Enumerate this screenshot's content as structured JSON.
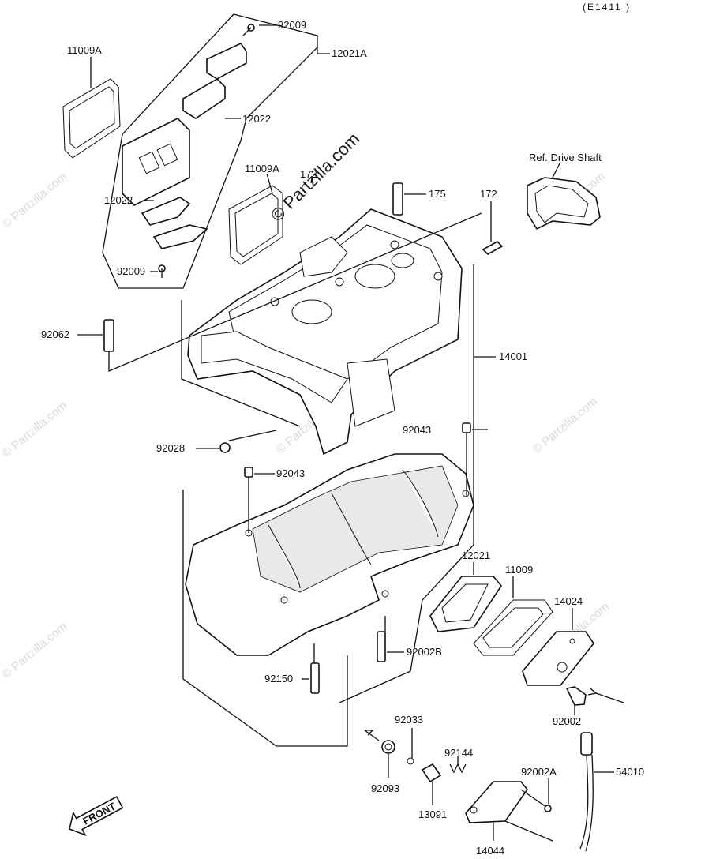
{
  "diagram_code": "(E1411 )",
  "watermarks": {
    "main": "© Partzilla.com",
    "repeat": "© Partzilla.com"
  },
  "reference_label": "Ref. Drive Shaft",
  "front_label": "FRONT",
  "labels": {
    "p92009_top": "92009",
    "p12021A": "12021A",
    "p11009A_top": "11009A",
    "p12022_top": "12022",
    "p11009A_mid": "11009A",
    "p172_top": "172",
    "p175": "175",
    "p172_right": "172",
    "p12022_bottom": "12022",
    "p92009_bottom": "92009",
    "p92062": "92062",
    "p14001": "14001",
    "p92043_right": "92043",
    "p92028": "92028",
    "p92043_left": "92043",
    "p12021": "12021",
    "p11009": "11009",
    "p14024": "14024",
    "p92002B": "92002B",
    "p92150": "92150",
    "p92002": "92002",
    "p92033": "92033",
    "p92144": "92144",
    "p92002A": "92002A",
    "p54010": "54010",
    "p92093": "92093",
    "p13091": "13091",
    "p14044": "14044"
  },
  "icons": [
    "front-arrow-icon"
  ]
}
